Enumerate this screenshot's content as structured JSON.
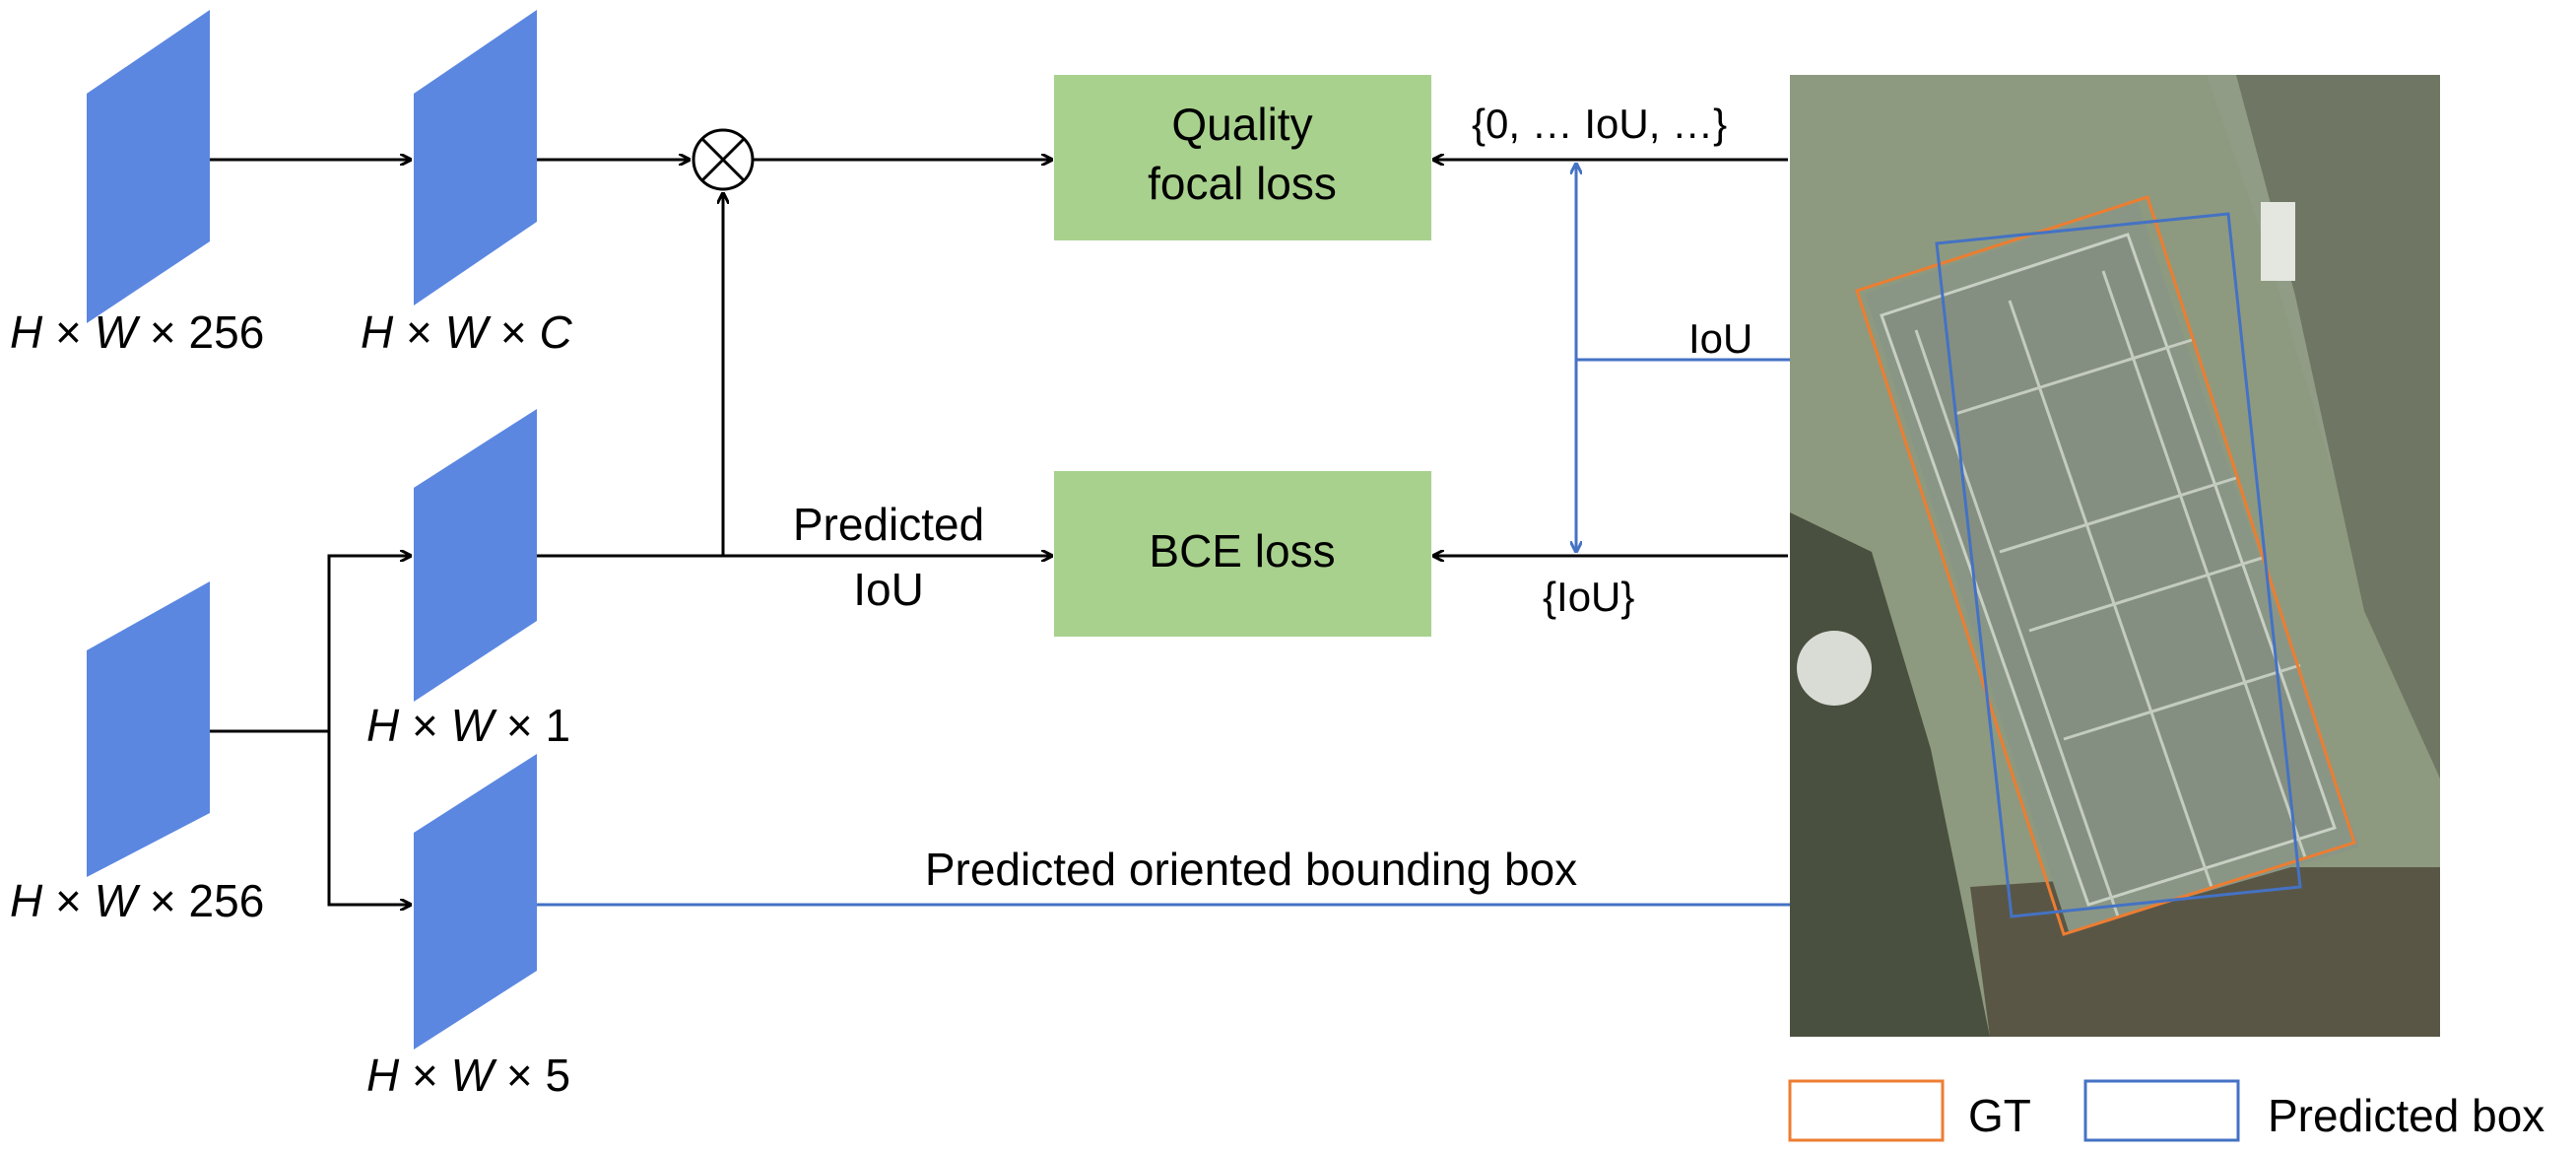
{
  "feature_maps": {
    "top_input": "H × W × 256",
    "top_cls": "H × W × C",
    "bottom_input": "H × W × 256",
    "iou_branch": "H × W × 1",
    "box_branch": "H × W × 5"
  },
  "dims": {
    "H": "H",
    "W": "W",
    "times": "×",
    "n256": "256",
    "C": "C",
    "n1": "1",
    "n5": "5"
  },
  "operators": {
    "multiply": "⊗"
  },
  "losses": {
    "qfl_line1": "Quality",
    "qfl_line2": "focal loss",
    "bce": "BCE loss"
  },
  "edge_labels": {
    "qfl_target": "{0, … IoU, …}",
    "iou": "IoU",
    "bce_target": "{IoU}",
    "predicted_iou_line1": "Predicted",
    "predicted_iou_line2": "IoU",
    "predicted_obb": "Predicted oriented bounding box"
  },
  "legend": {
    "gt": "GT",
    "pred": "Predicted box"
  },
  "colors": {
    "feature_map": "#5b87e1",
    "loss_box": "#a8d18d",
    "gt_box": "#ed7d31",
    "pred_box": "#4472c4",
    "arrow_black": "#000000",
    "arrow_blue": "#4472c4"
  }
}
